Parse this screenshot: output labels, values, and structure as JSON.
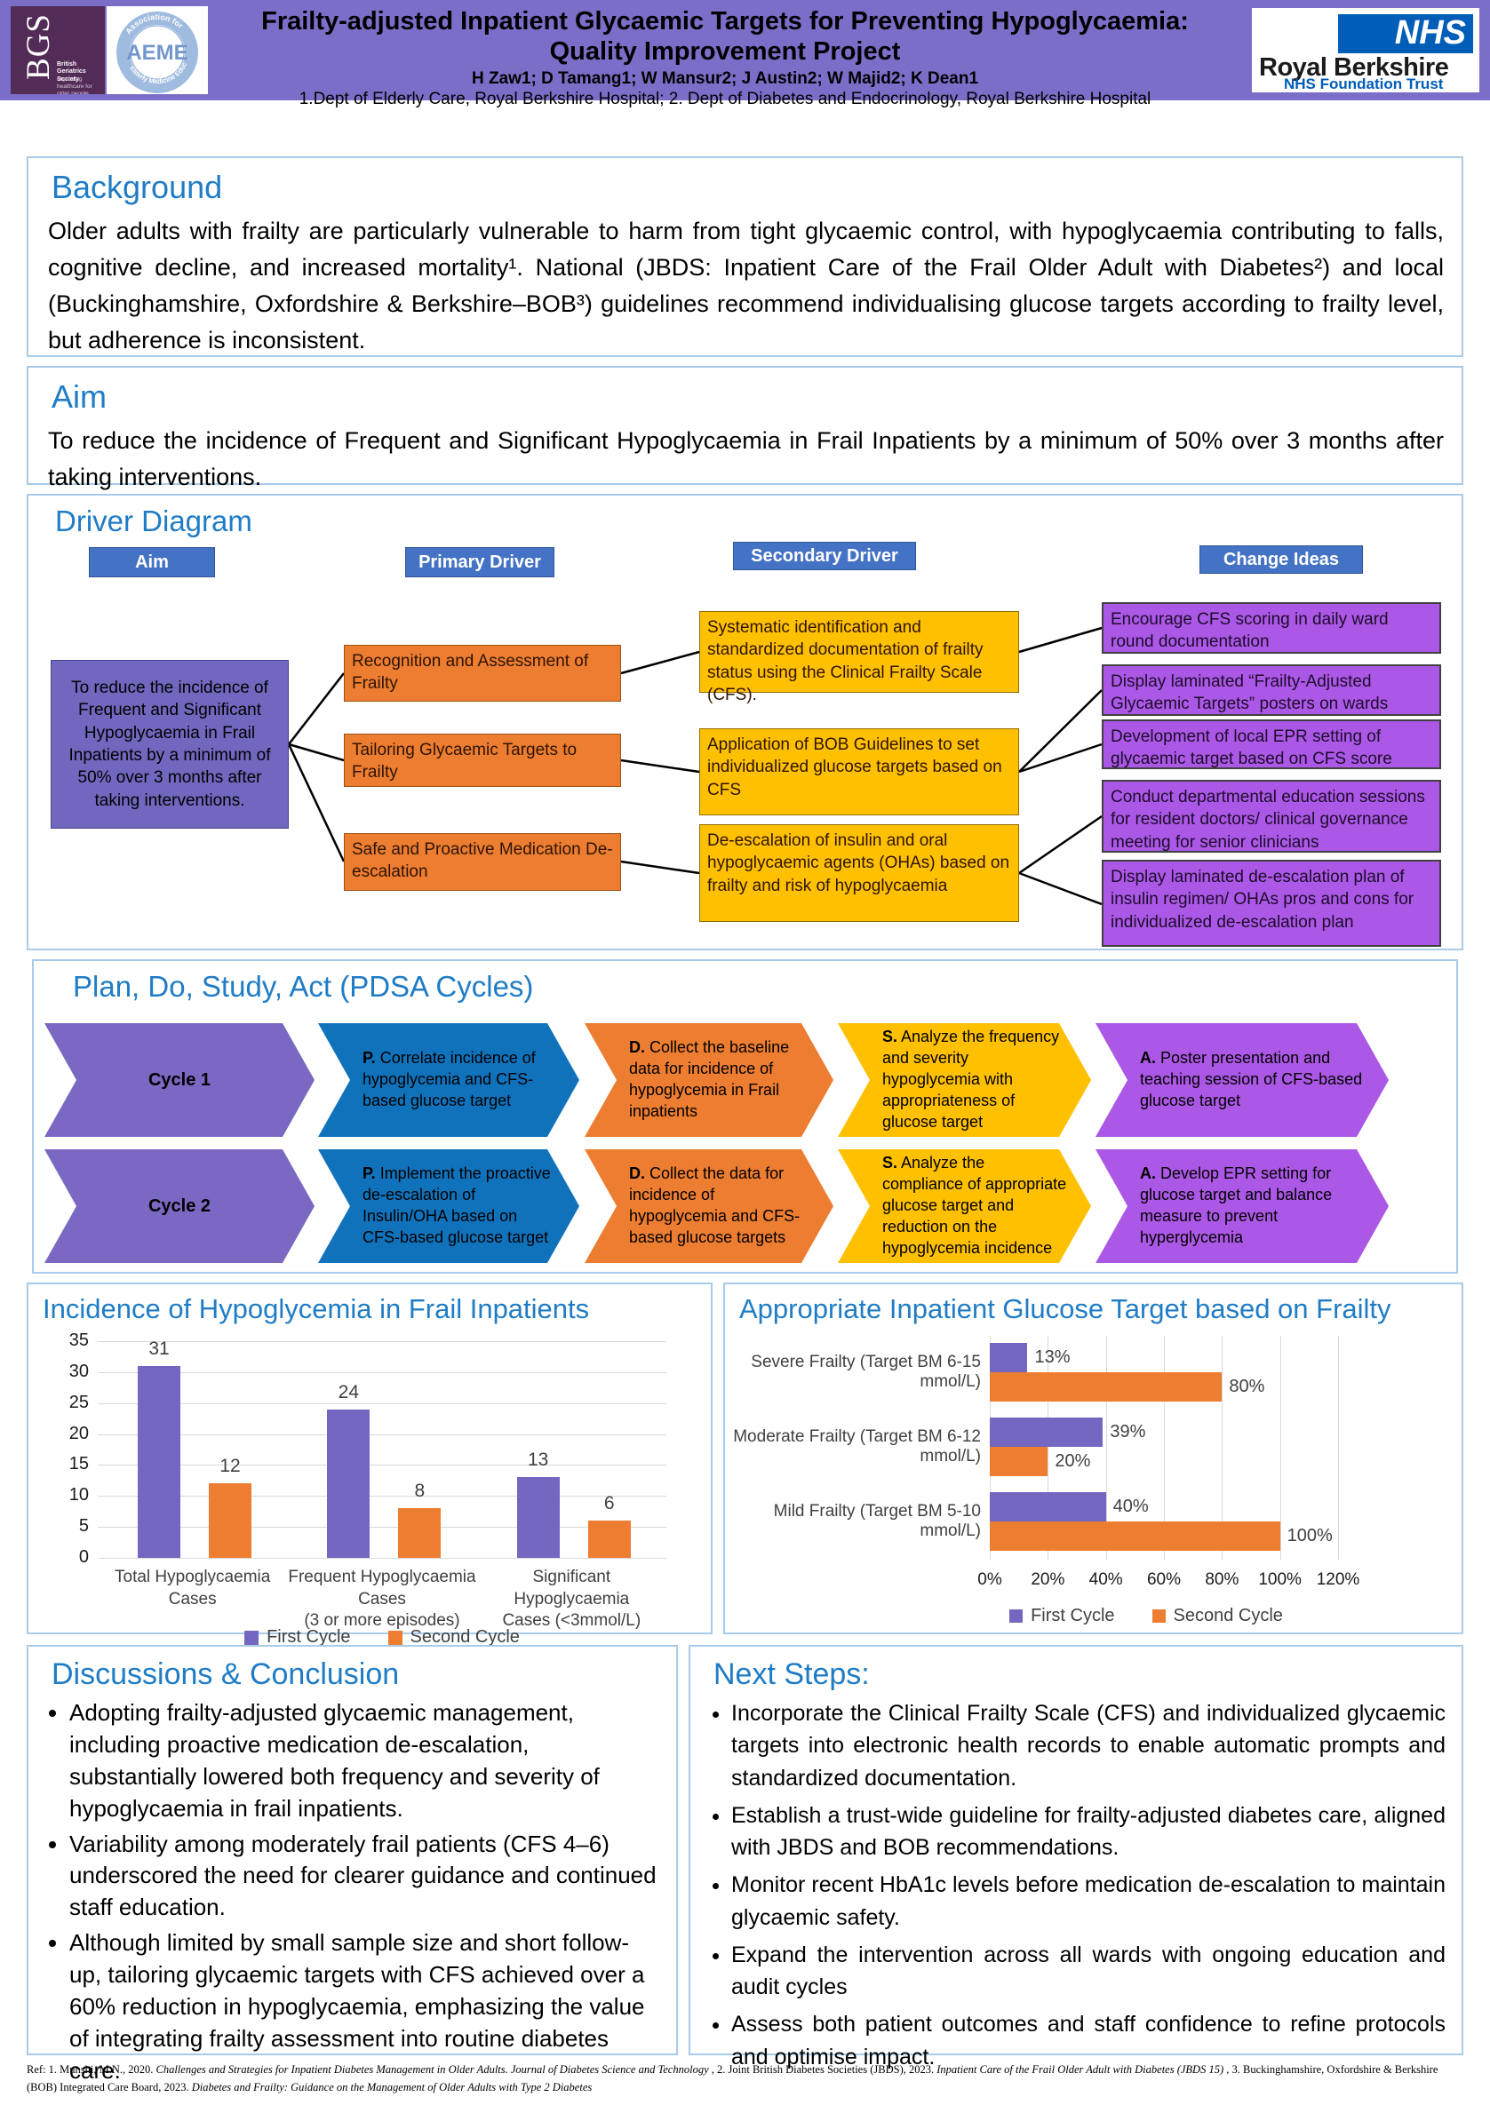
{
  "header": {
    "title_line1": "Frailty-adjusted Inpatient Glycaemic Targets for Preventing Hypoglycaemia:",
    "title_line2": "Quality Improvement Project",
    "authors": "H Zaw1; D Tamang1; W Mansur2; J Austin2; W Majid2; K Dean1",
    "affiliations": "1.Dept of Elderly Care, Royal Berkshire Hospital; 2. Dept of Diabetes and Endocrinology, Royal Berkshire Hospital",
    "logos": {
      "bgs": {
        "acronym": "BGS",
        "name": "British Geriatrics Society",
        "tagline": "Improving healthcare for older people"
      },
      "aeme": {
        "arc_top": "Association for",
        "center": "AEME",
        "arc_bottom": "Elderly Medicine Education"
      },
      "nhs": {
        "wordmark": "NHS",
        "org": "Royal Berkshire",
        "sub": "NHS Foundation Trust"
      }
    }
  },
  "theme": {
    "header_purple": "#7B6EC8",
    "heading_blue": "#1F7CC5",
    "panel_border": "#A9CBEA",
    "column_header_blue": "#4472C4",
    "orange": "#ED7D31",
    "gold": "#FFC000",
    "slate_purple": "#7067BE",
    "bright_purple": "#AC58E6",
    "pdsa_blue": "#1172BC",
    "nhs_blue": "#005EB8"
  },
  "background": {
    "heading": "Background",
    "text": "Older adults with frailty are particularly vulnerable to harm from tight glycaemic control, with hypoglycaemia contributing to falls, cognitive decline, and increased mortality¹. National (JBDS: Inpatient Care of the Frail Older Adult with Diabetes²) and local (Buckinghamshire, Oxfordshire & Berkshire–BOB³) guidelines recommend individualising glucose targets according to frailty level, but adherence is inconsistent."
  },
  "aim": {
    "heading": "Aim",
    "text": "To reduce the incidence of Frequent and Significant Hypoglycaemia in Frail Inpatients by a minimum of 50% over 3 months after taking interventions."
  },
  "driver_diagram": {
    "heading": "Driver Diagram",
    "column_headers": [
      "Aim",
      "Primary Driver",
      "Secondary Driver",
      "Change Ideas"
    ],
    "aim_box_text": "To reduce the incidence of Frequent and Significant Hypoglycaemia in Frail Inpatients by a minimum of 50% over 3 months after taking interventions.",
    "primary_drivers": [
      "Recognition and Assessment of Frailty",
      "Tailoring Glycaemic Targets to Frailty",
      "Safe and Proactive Medication De-escalation"
    ],
    "secondary_drivers": [
      "Systematic identification and standardized documentation of frailty status using the Clinical Frailty Scale (CFS).",
      "Application of BOB Guidelines to set individualized glucose targets based on CFS",
      "De-escalation of insulin and oral hypoglycaemic agents (OHAs) based on frailty and risk of hypoglycaemia"
    ],
    "change_ideas": [
      "Encourage CFS scoring in daily ward round documentation",
      "Display laminated “Frailty-Adjusted Glycaemic Targets” posters on wards",
      "Development of local EPR setting of glycaemic target based on CFS score",
      "Conduct departmental education sessions for resident doctors/ clinical governance meeting for senior clinicians",
      "Display laminated de-escalation plan of insulin regimen/ OHAs pros and cons for individualized de-escalation plan"
    ]
  },
  "pdsa": {
    "heading": "Plan, Do, Study, Act (PDSA Cycles)",
    "cycles": [
      {
        "label": "Cycle 1",
        "steps": [
          {
            "prefix": "P.",
            "text": "Correlate incidence of hypoglycemia and CFS-based glucose target"
          },
          {
            "prefix": "D.",
            "text": "Collect the baseline data for incidence of hypoglycemia in Frail inpatients"
          },
          {
            "prefix": "S.",
            "text": "Analyze the frequency and severity hypoglycemia with appropriateness of glucose target"
          },
          {
            "prefix": "A.",
            "text": "Poster presentation and teaching session of CFS-based glucose target"
          }
        ]
      },
      {
        "label": "Cycle 2",
        "steps": [
          {
            "prefix": "P.",
            "text": "Implement the proactive de-escalation of Insulin/OHA based on CFS-based glucose target"
          },
          {
            "prefix": "D.",
            "text": "Collect the data for incidence of hypoglycemia and CFS-based glucose targets"
          },
          {
            "prefix": "S.",
            "text": "Analyze the compliance of appropriate glucose target and reduction on the hypoglycemia incidence"
          },
          {
            "prefix": "A.",
            "text": "Develop EPR setting for glucose target and balance measure to prevent hyperglycemia"
          }
        ]
      }
    ]
  },
  "chart_data": [
    {
      "type": "bar",
      "title": "Incidence of Hypoglycemia in Frail Inpatients",
      "categories": [
        "Total Hypoglycaemia Cases",
        "Frequent Hypoglycaemia Cases\n(3 or more episodes)",
        "Significant Hypoglycaemia\nCases (<3mmol/L)"
      ],
      "series": [
        {
          "name": "First Cycle",
          "color": "#7467C1",
          "values": [
            31,
            24,
            13
          ]
        },
        {
          "name": "Second Cycle",
          "color": "#ED7D31",
          "values": [
            12,
            8,
            6
          ]
        }
      ],
      "ylim": [
        0,
        35
      ],
      "ytick_step": 5,
      "grid": true,
      "legend_position": "bottom"
    },
    {
      "type": "bar-horizontal",
      "title": "Appropriate Inpatient Glucose Target based on Frailty",
      "categories": [
        "Severe Frailty (Target BM 6-15 mmol/L)",
        "Moderate Frailty (Target BM 6-12 mmol/L)",
        "Mild Frailty (Target BM 5-10 mmol/L)"
      ],
      "series": [
        {
          "name": "First Cycle",
          "color": "#7467C1",
          "values": [
            13,
            39,
            40
          ]
        },
        {
          "name": "Second Cycle",
          "color": "#ED7D31",
          "values": [
            80,
            20,
            100
          ]
        }
      ],
      "value_suffix": "%",
      "xlim": [
        0,
        120
      ],
      "xtick_step": 20,
      "grid": true,
      "legend_position": "bottom"
    }
  ],
  "discussions": {
    "heading": "Discussions & Conclusion",
    "bullets": [
      "Adopting frailty-adjusted glycaemic management, including proactive medication de-escalation, substantially lowered both frequency and severity of hypoglycaemia in frail inpatients.",
      "Variability among moderately frail patients (CFS 4–6) underscored the need for clearer guidance and continued staff education.",
      "Although limited by small sample size and short follow-up, tailoring glycaemic targets with CFS achieved over a 60% reduction in hypoglycaemia, emphasizing the value of integrating frailty assessment into routine diabetes care."
    ]
  },
  "next_steps": {
    "heading": "Next Steps:",
    "bullets": [
      "Incorporate the Clinical Frailty Scale (CFS) and individualized glycaemic targets into electronic health records to enable automatic prompts and standardized documentation.",
      "Establish a trust-wide guideline for frailty-adjusted diabetes care, aligned with JBDS and BOB recommendations.",
      "Monitor recent HbA1c levels before medication de-escalation to maintain glycaemic safety.",
      "Expand the intervention across all wards with ongoing education and audit cycles",
      "Assess both patient outcomes and staff confidence to refine protocols and optimise impact."
    ]
  },
  "references": {
    "segments": [
      {
        "text": "Ref: 1. Munshi, M.N., 2020. ",
        "italic": false
      },
      {
        "text": "Challenges and Strategies for Inpatient Diabetes Management in Older Adults. Journal of Diabetes Science and Technology",
        "italic": true
      },
      {
        "text": " , 2. Joint British Diabetes Societies (JBDS), 2023. ",
        "italic": false
      },
      {
        "text": "Inpatient Care of the Frail Older Adult with Diabetes (JBDS 15)",
        "italic": true
      },
      {
        "text": " , 3. Buckinghamshire, Oxfordshire & Berkshire (BOB) Integrated Care Board, 2023. ",
        "italic": false
      },
      {
        "text": "Diabetes and Frailty: Guidance on the Management of Older Adults with Type 2 Diabetes",
        "italic": true
      }
    ]
  }
}
